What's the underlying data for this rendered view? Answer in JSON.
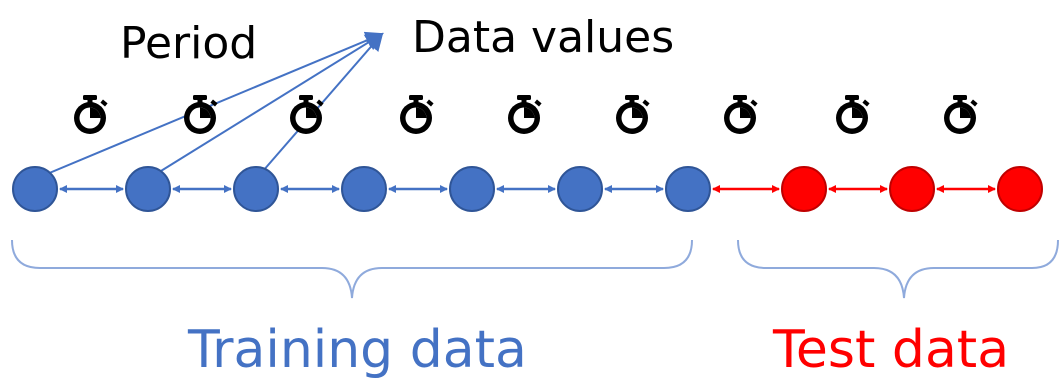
{
  "labels": {
    "period": "Period",
    "data_values": "Data values",
    "training": "Training data",
    "test": "Test data"
  },
  "colors": {
    "training": "#4472C4",
    "training_border": "#2F5597",
    "test": "#FF0000",
    "test_border": "#C00000",
    "timer": "#000000",
    "bracket": "#8FAADC",
    "period_text": "#000000"
  },
  "icons": {
    "timer": "stopwatch-icon"
  },
  "points": [
    {
      "set": "training"
    },
    {
      "set": "training"
    },
    {
      "set": "training"
    },
    {
      "set": "training"
    },
    {
      "set": "training"
    },
    {
      "set": "training"
    },
    {
      "set": "training"
    },
    {
      "set": "test"
    },
    {
      "set": "test"
    },
    {
      "set": "test"
    }
  ],
  "timer_count": 9
}
